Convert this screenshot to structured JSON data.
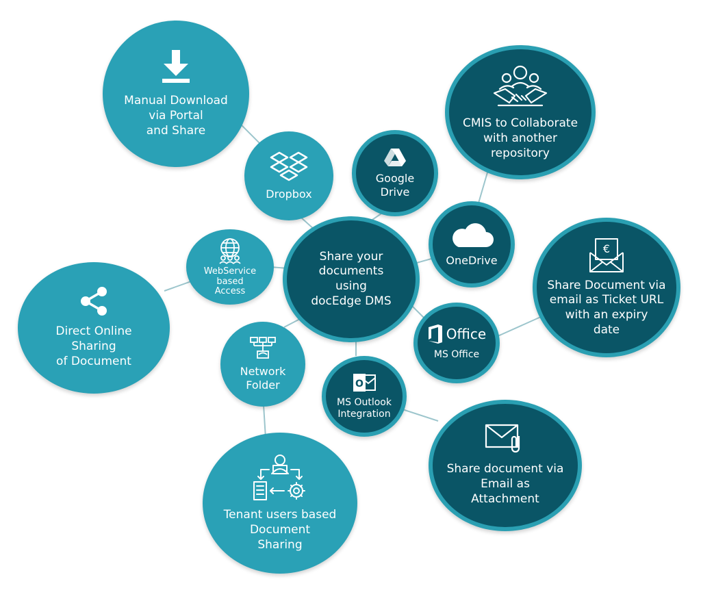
{
  "diagram": {
    "center": {
      "lines": [
        "Share your",
        "documents",
        "using",
        "docEdge DMS"
      ]
    },
    "nodes": [
      {
        "id": "manual-download",
        "lines": [
          "Manual Download",
          "via Portal",
          "and Share"
        ],
        "icon": "download-icon"
      },
      {
        "id": "dropbox",
        "lines": [
          "Dropbox"
        ],
        "icon": "dropbox-icon"
      },
      {
        "id": "google-drive",
        "lines": [
          "Google",
          "Drive"
        ],
        "icon": "google-drive-icon"
      },
      {
        "id": "cmis",
        "lines": [
          "CMIS to Collaborate",
          "with another",
          "repository"
        ],
        "icon": "handshake-team-icon"
      },
      {
        "id": "onedrive",
        "lines": [
          "OneDrive"
        ],
        "icon": "cloud-icon"
      },
      {
        "id": "webservice",
        "lines": [
          "WebService",
          "based",
          "Access"
        ],
        "icon": "globe-users-icon"
      },
      {
        "id": "direct-sharing",
        "lines": [
          "Direct Online",
          "Sharing",
          "of Document"
        ],
        "icon": "share-icon"
      },
      {
        "id": "email-ticket",
        "lines": [
          "Share Document via",
          "email as Ticket URL",
          "with an expiry",
          "date"
        ],
        "icon": "euro-envelope-icon"
      },
      {
        "id": "ms-office",
        "lines": [
          "MS Office"
        ],
        "icon": "office-logo-icon",
        "logo_text": "Office"
      },
      {
        "id": "network-folder",
        "lines": [
          "Network",
          "Folder"
        ],
        "icon": "network-icon"
      },
      {
        "id": "ms-outlook",
        "lines": [
          "MS Outlook",
          "Integration"
        ],
        "icon": "outlook-icon"
      },
      {
        "id": "email-attachment",
        "lines": [
          "Share document via",
          "Email as",
          "Attachment"
        ],
        "icon": "mail-attachment-icon"
      },
      {
        "id": "tenant-sharing",
        "lines": [
          "Tenant users based",
          "Document",
          "Sharing"
        ],
        "icon": "user-workflow-icon"
      }
    ],
    "colors": {
      "light_fill": "#2aa1b6",
      "dark_fill": "#0a5566",
      "ring": "#2a9fb2",
      "connector": "#9cc5cc",
      "text": "#ffffff"
    }
  }
}
